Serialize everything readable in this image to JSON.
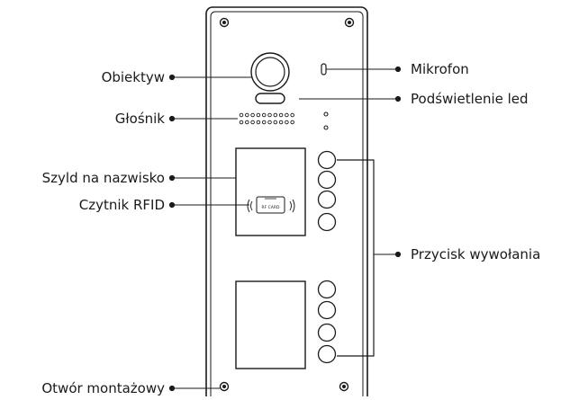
{
  "labels": {
    "lens": "Obiektyw",
    "speaker": "Głośnik",
    "name_plate": "Szyld na nazwisko",
    "rfid_reader": "Czytnik RFID",
    "mounting_hole": "Otwór montażowy",
    "microphone": "Mikrofon",
    "led_backlight": "Podświetlenie led",
    "call_button": "Przycisk wywołania"
  },
  "rfid_card_text": "RF CARD",
  "colors": {
    "stroke": "#1a1a1a",
    "panel": "#ffffff",
    "text": "#1a1a1a"
  }
}
